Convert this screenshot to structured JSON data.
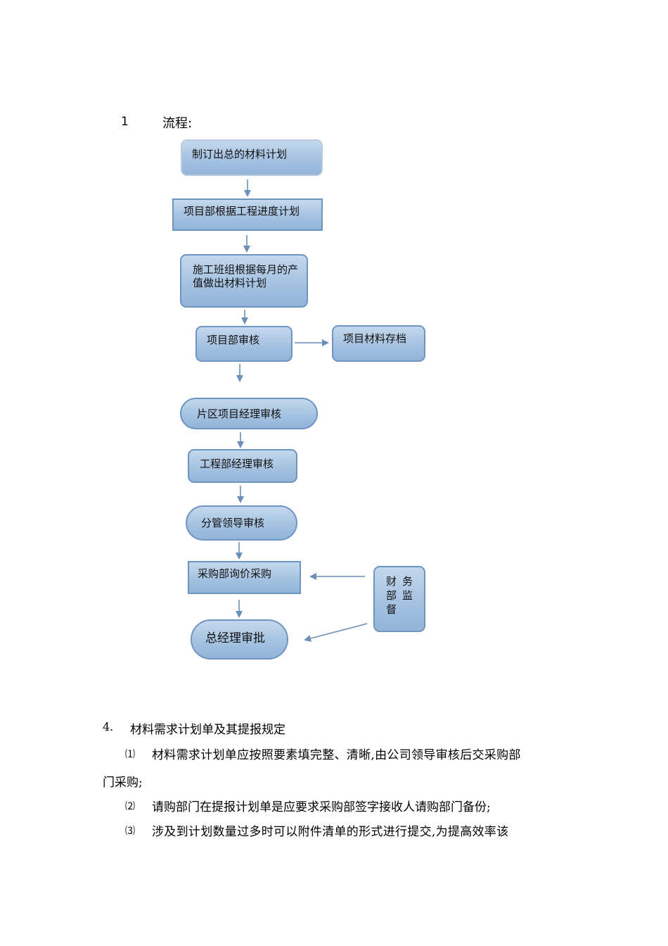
{
  "section": {
    "number": "1",
    "title": "流程:"
  },
  "flowchart": {
    "nodes": [
      {
        "id": "b1",
        "label": "制订出总的材料计划"
      },
      {
        "id": "b2",
        "label": "项目部根据工程进度计划"
      },
      {
        "id": "b3",
        "label": "施工班组根据每月的产值做出材料计划"
      },
      {
        "id": "b4",
        "label": "项目部审核"
      },
      {
        "id": "b5",
        "label": "项目材料存档"
      },
      {
        "id": "b6",
        "label": "片区项目经理审核"
      },
      {
        "id": "b7",
        "label": "工程部经理审核"
      },
      {
        "id": "b8",
        "label": "分管领导审核"
      },
      {
        "id": "b9",
        "label": "采购部询价采购"
      },
      {
        "id": "b10",
        "label": "财务部监督"
      },
      {
        "id": "b11",
        "label": "总经理审批"
      }
    ]
  },
  "rules": {
    "heading_num": "4.",
    "heading": "材料需求计划单及其提报规定",
    "items": [
      {
        "num": "⑴",
        "text_line1": "材料需求计划单应按照要素填完整、清晰,由公司领导审核后交采购部",
        "text_line2": "门采购;"
      },
      {
        "num": "⑵",
        "text_line1": "请购部门在提报计划单是应要求采购部签字接收人请购部门备份;"
      },
      {
        "num": "⑶",
        "text_line1": "涉及到计划数量过多时可以附件清单的形式进行提交,为提高效率该"
      }
    ]
  },
  "colors": {
    "box_fill": "#a5c2e1",
    "box_border": "#6e95c1",
    "arrow": "#6a8fb8"
  }
}
